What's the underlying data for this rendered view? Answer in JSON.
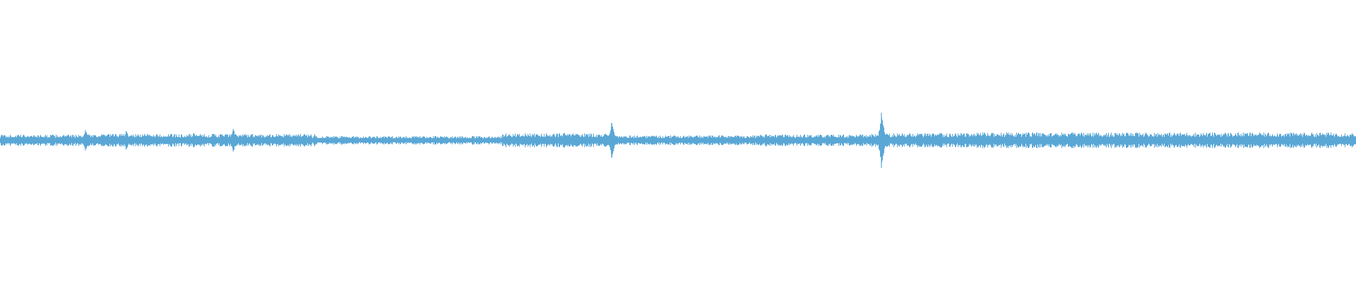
{
  "chart_data": {
    "type": "line",
    "title": "",
    "xlabel": "",
    "ylabel": "",
    "x_range": [
      0,
      1
    ],
    "ylim": [
      -1,
      1
    ],
    "grid": false,
    "legend": "none",
    "series": [
      {
        "color": "#5aa7d6",
        "baseline_noise": 0.03,
        "segments": [
          {
            "x0": 0.0,
            "x1": 0.06,
            "noise": 0.04
          },
          {
            "x0": 0.06,
            "x1": 0.23,
            "noise": 0.045
          },
          {
            "x0": 0.23,
            "x1": 0.37,
            "noise": 0.03
          },
          {
            "x0": 0.37,
            "x1": 0.45,
            "noise": 0.05
          },
          {
            "x0": 0.45,
            "x1": 0.56,
            "noise": 0.035
          },
          {
            "x0": 0.56,
            "x1": 0.64,
            "noise": 0.04
          },
          {
            "x0": 0.64,
            "x1": 0.72,
            "noise": 0.05
          },
          {
            "x0": 0.72,
            "x1": 1.0,
            "noise": 0.055
          }
        ],
        "spikes": [
          {
            "x": 0.063,
            "amp": 0.1
          },
          {
            "x": 0.093,
            "amp": 0.09
          },
          {
            "x": 0.143,
            "amp": 0.07
          },
          {
            "x": 0.172,
            "amp": 0.11
          },
          {
            "x": 0.232,
            "amp": 0.06
          },
          {
            "x": 0.451,
            "amp": 0.17
          },
          {
            "x": 0.565,
            "amp": 0.06
          },
          {
            "x": 0.627,
            "amp": 0.05
          },
          {
            "x": 0.65,
            "amp": 0.27
          },
          {
            "x": 0.69,
            "amp": 0.05
          },
          {
            "x": 0.713,
            "amp": 0.07
          }
        ]
      }
    ]
  }
}
